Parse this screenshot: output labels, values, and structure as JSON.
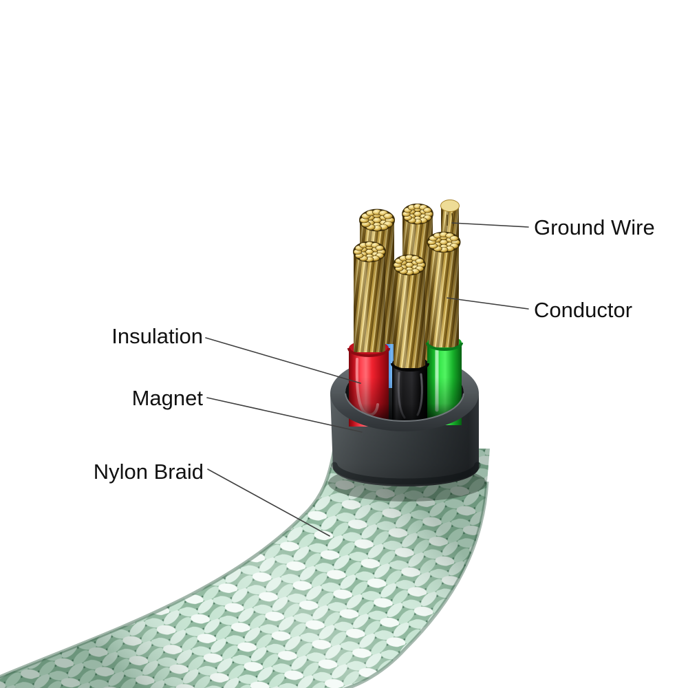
{
  "figure": {
    "background": "#ffffff",
    "labels": {
      "ground_wire": "Ground Wire",
      "conductor": "Conductor",
      "insulation": "Insulation",
      "magnet": "Magnet",
      "nylon_braid": "Nylon Braid"
    },
    "colors": {
      "label_text": "#111111",
      "leader_line": "#3f3f3f",
      "conductor_gold_light": "#ecd789",
      "conductor_gold_dark": "#6e5518",
      "ground_wire_gold": "#e7cf8b",
      "insulation_red": "#f32331",
      "insulation_black": "#141414",
      "insulation_green": "#2ae83f",
      "wire_blue": "#2f7fe0",
      "magnet_gray": "#3f4548",
      "braid_mint": "#cfe9da",
      "braid_white": "#f3faf6",
      "braid_shadow_green": "#8fb89e"
    }
  }
}
